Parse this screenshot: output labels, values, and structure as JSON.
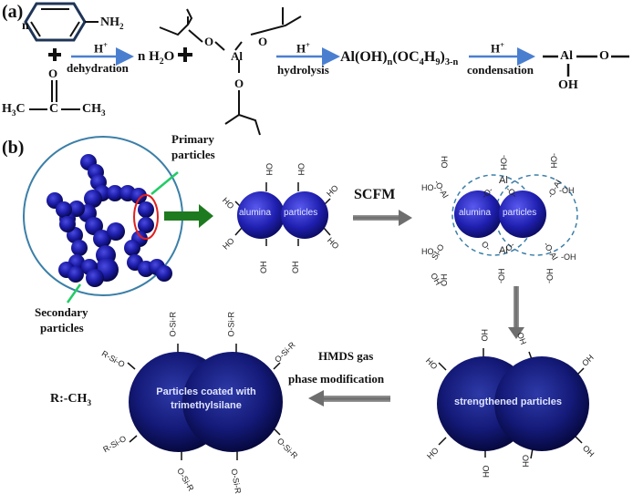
{
  "panel_a": {
    "label": "(a)",
    "reactant1": {
      "prefix": "n",
      "group": "NH",
      "group_sub": "2"
    },
    "plus": "+",
    "reactant2": {
      "o": "O",
      "left": "H",
      "left_sub": "3",
      "left_end": "C",
      "center": "C",
      "right": "CH",
      "right_sub": "3"
    },
    "step1": {
      "catalyst": "H",
      "catalyst_sup": "+",
      "name": "dehydration"
    },
    "product1": {
      "text": "n H",
      "sub": "2",
      "end": "O"
    },
    "plus2": "+",
    "alkoxide": {
      "center": "Al",
      "oxygens": [
        "O",
        "O",
        "O"
      ]
    },
    "step2": {
      "catalyst": "H",
      "catalyst_sup": "+",
      "name": "hydrolysis"
    },
    "product2": {
      "a": "Al(OH)",
      "a_sub": "n",
      "b": "(OC",
      "b_sub1": "4",
      "c": "H",
      "c_sub": "9",
      "d": ")",
      "d_sub": "3-n"
    },
    "step3": {
      "catalyst": "H",
      "catalyst_sup": "+",
      "name": "condensation"
    },
    "product3": {
      "center": "Al",
      "o": "O",
      "oh": "OH"
    }
  },
  "panel_b": {
    "label": "(b)",
    "primary_label": [
      "Primary",
      "particles"
    ],
    "secondary_label": [
      "Secondary",
      "particles"
    ],
    "stage1": {
      "left": "alumina",
      "right": "particles",
      "groups": "HO"
    },
    "step_scfm": "SCFM",
    "stage2": {
      "left": "alumina",
      "right": "particles",
      "al": "Al",
      "o": "O",
      "oh": "OH"
    },
    "stage3": {
      "text": "strengthened particles",
      "groups": "OH"
    },
    "step_hmds": [
      "HMDS gas",
      "phase modification"
    ],
    "stage4": {
      "text": [
        "Particles coated with",
        "trimethylsilane"
      ],
      "group": "O-Si-R"
    },
    "r_definition": {
      "text": "R:-CH",
      "sub": "3"
    }
  },
  "colors": {
    "particle": "#1a1a9e",
    "particle_dark": "#0b0b55",
    "blue_arrow": "#4a7fd0",
    "gray_arrow": "#7a7a7a",
    "green_arrow": "#1e7a1e",
    "green_pointer": "#22cc66",
    "circle_outline": "#3b7fa8",
    "red_ring": "#e02020",
    "benzene_outline": "#1f3557"
  }
}
